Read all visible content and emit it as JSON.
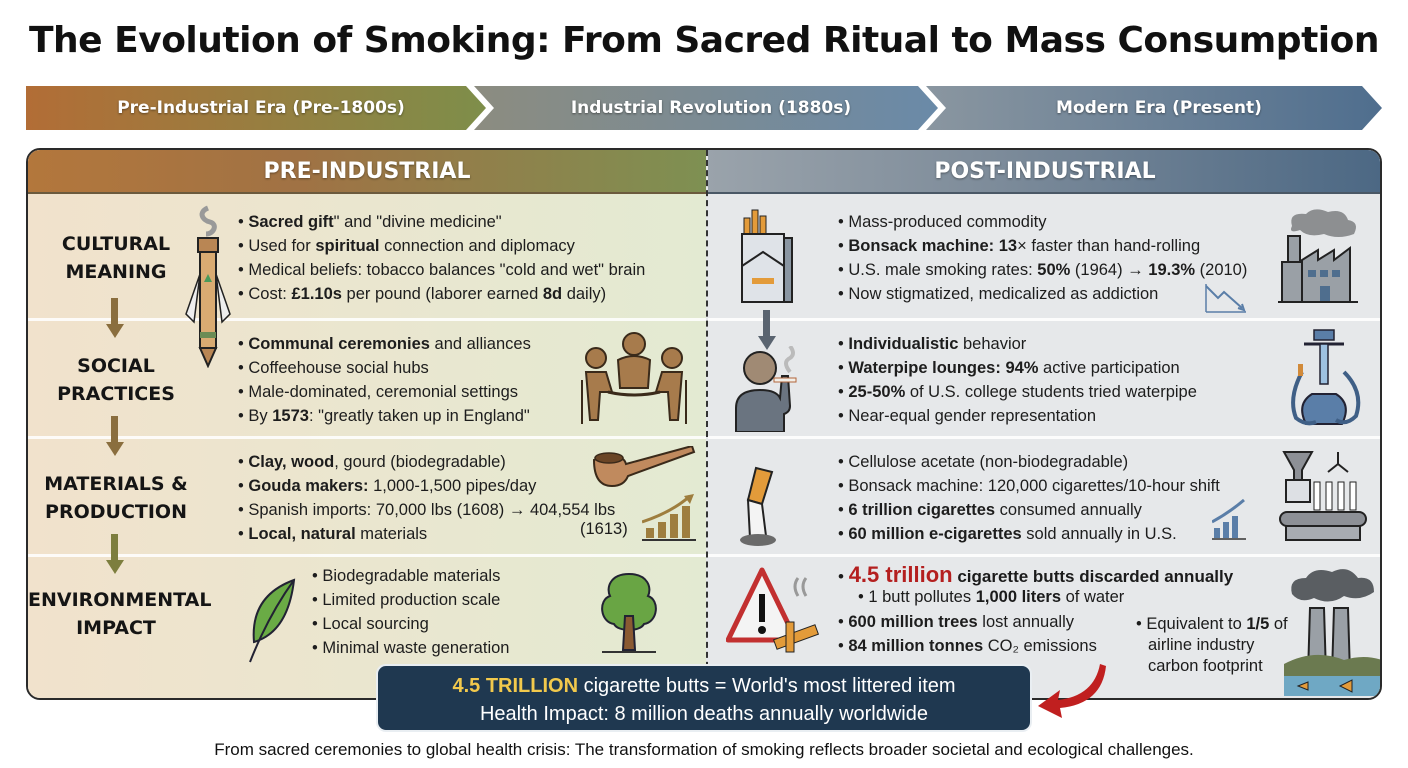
{
  "title": "The Evolution of Smoking: From Sacred Ritual to Mass Consumption",
  "timeline": [
    {
      "label": "Pre-Industrial Era (Pre-1800s)",
      "color_start": "#b26d36",
      "color_end": "#7e8e4a"
    },
    {
      "label": "Industrial Revolution (1880s)",
      "color_start": "#8c8c80",
      "color_end": "#6a8aa8"
    },
    {
      "label": "Modern Era (Present)",
      "color_start": "#8a96a0",
      "color_end": "#4f6e8e"
    }
  ],
  "columns": {
    "pre": {
      "heading": "PRE-INDUSTRIAL"
    },
    "post": {
      "heading": "POST-INDUSTRIAL"
    }
  },
  "categories": [
    {
      "label_line1": "CULTURAL",
      "label_line2": "MEANING"
    },
    {
      "label_line1": "SOCIAL",
      "label_line2": "PRACTICES"
    },
    {
      "label_line1": "MATERIALS &",
      "label_line2": "PRODUCTION"
    },
    {
      "label_line1": "ENVIRONMENTAL",
      "label_line2": "IMPACT"
    }
  ],
  "pre_rows": [
    {
      "icon": "ceremonial-pipe-icon",
      "bullets": [
        {
          "bold": "Sacred gift",
          "text": "\" and \"divine medicine\""
        },
        {
          "pre": "Used for ",
          "bold": "spiritual",
          "text": " connection and diplomacy"
        },
        {
          "text": "Medical beliefs: tobacco balances \"cold and wet\" brain"
        },
        {
          "pre": "Cost: ",
          "bold": "£1.10s",
          "text": " per pound (laborer earned ",
          "bold2": "8d",
          "text2": " daily)"
        }
      ]
    },
    {
      "icon": "people-gathering-icon",
      "bullets": [
        {
          "bold": "Communal ceremonies",
          "text": " and alliances"
        },
        {
          "text": "Coffeehouse social hubs"
        },
        {
          "text": "Male-dominated, ceremonial settings"
        },
        {
          "pre": "By ",
          "bold": "1573",
          "text": ": \"greatly taken up in England\""
        }
      ]
    },
    {
      "icon": "tobacco-pipe-icon",
      "secondary_icon": "growth-chart-icon",
      "bullets": [
        {
          "bold": "Clay, wood",
          "text": ", gourd (biodegradable)"
        },
        {
          "bold": "Gouda makers:",
          "text": " 1,000-1,500 pipes/day"
        },
        {
          "text": "Spanish imports: 70,000 lbs (1608) → 404,554 lbs",
          "cont": "(1613)"
        },
        {
          "bold": "Local, natural",
          "text": " materials"
        }
      ]
    },
    {
      "icon": "leaf-icon",
      "secondary_icon": "tree-icon",
      "bullets": [
        {
          "text": "Biodegradable materials"
        },
        {
          "text": "Limited production scale"
        },
        {
          "text": "Local sourcing"
        },
        {
          "text": "Minimal waste generation"
        }
      ]
    }
  ],
  "post_rows": [
    {
      "icon": "cigarette-pack-icon",
      "secondary_icon": "factory-icon",
      "bullets": [
        {
          "text": "Mass-produced commodity"
        },
        {
          "bold": "Bonsack machine: 13",
          "text": "× faster than hand-rolling"
        },
        {
          "pre": "U.S. male smoking rates: ",
          "bold": "50%",
          "text": " (1964) → ",
          "bold2": "19.3%",
          "text2": " (2010)"
        },
        {
          "text": "Now stigmatized, medicalized as addiction"
        }
      ]
    },
    {
      "icon": "person-smoking-icon",
      "secondary_icon": "hookah-icon",
      "bullets": [
        {
          "bold": "Individualistic",
          "text": " behavior"
        },
        {
          "bold": "Waterpipe lounges: 94%",
          "text": " active participation"
        },
        {
          "bold": "25-50%",
          "text": " of U.S. college students tried waterpipe"
        },
        {
          "text": "Near-equal gender representation"
        }
      ]
    },
    {
      "icon": "cigarette-butt-icon",
      "secondary_icon": "assembly-line-icon",
      "bullets": [
        {
          "text": "Cellulose acetate (non-biodegradable)"
        },
        {
          "text": "Bonsack machine: 120,000 cigarettes/10-hour shift"
        },
        {
          "bold": "6 trillion cigarettes",
          "text": " consumed annually"
        },
        {
          "bold": "60 million e-cigarettes",
          "text": " sold annually in U.S."
        }
      ]
    },
    {
      "icon": "warning-triangle-icon",
      "secondary_icon": "polluting-plant-icon",
      "headline_red": "4.5 trillion",
      "headline_bold": " cigarette butts discarded annually",
      "sub_bullet": {
        "pre": "1 butt pollutes ",
        "bold": "1,000 liters",
        "text": " of water"
      },
      "bullets": [
        {
          "bold": "600 million trees",
          "text": " lost annually"
        },
        {
          "bold": "84 million tonnes",
          "text": " CO₂ emissions"
        }
      ],
      "side_note": {
        "pre": "Equivalent to ",
        "bold": "1/5",
        "text": " of",
        "line2": "airline industry",
        "line3": "carbon footprint"
      }
    }
  ],
  "callout": {
    "highlight": "4.5 TRILLION",
    "line1_rest": " cigarette butts = World's most littered item",
    "line2": "Health Impact: 8 million deaths annually worldwide",
    "highlight_color": "#f2c94c",
    "bg_color": "#1f3850"
  },
  "footer": "From sacred ceremonies to global health crisis: The transformation of smoking reflects broader societal and ecological challenges."
}
